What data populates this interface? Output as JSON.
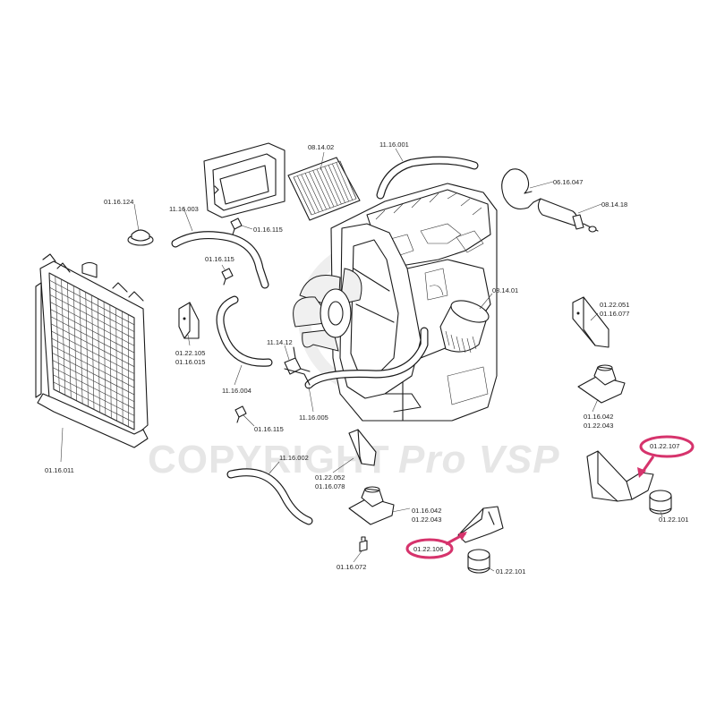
{
  "watermark": {
    "text": "COPYRIGHT",
    "brand": "Pro VSP"
  },
  "highlight_color": "#d6336c",
  "labels": {
    "l_01_16_124": "01.16.124",
    "l_11_16_003": "11.16.003",
    "l_01_16_115_top": "01.16.115",
    "l_01_16_115_mid": "01.16.115",
    "l_01_16_115_low": "01.16.115",
    "l_08_14_02": "08.14.02",
    "l_11_16_001": "11.16.001",
    "l_06_16_047": "06.16.047",
    "l_08_14_18": "08.14.18",
    "l_08_14_01": "08.14.01",
    "l_01_22_105": "01.22.105",
    "l_01_16_015": "01.16.015",
    "l_11_14_12": "11.14.12",
    "l_11_16_004": "11.16.004",
    "l_11_16_005": "11.16.005",
    "l_01_22_051": "01.22.051",
    "l_01_16_077": "01.16.077",
    "l_01_16_042_r": "01.16.042",
    "l_01_22_043_r": "01.22.043",
    "l_01_22_107": "01.22.107",
    "l_01_22_101_r": "01.22.101",
    "l_01_16_011": "01.16.011",
    "l_11_16_002": "11.16.002",
    "l_01_22_052": "01.22.052",
    "l_01_16_078": "01.16.078",
    "l_01_16_042_c": "01.16.042",
    "l_01_22_043_c": "01.22.043",
    "l_01_22_106": "01.22.106",
    "l_01_22_101_c": "01.22.101",
    "l_01_16_072": "01.16.072"
  }
}
